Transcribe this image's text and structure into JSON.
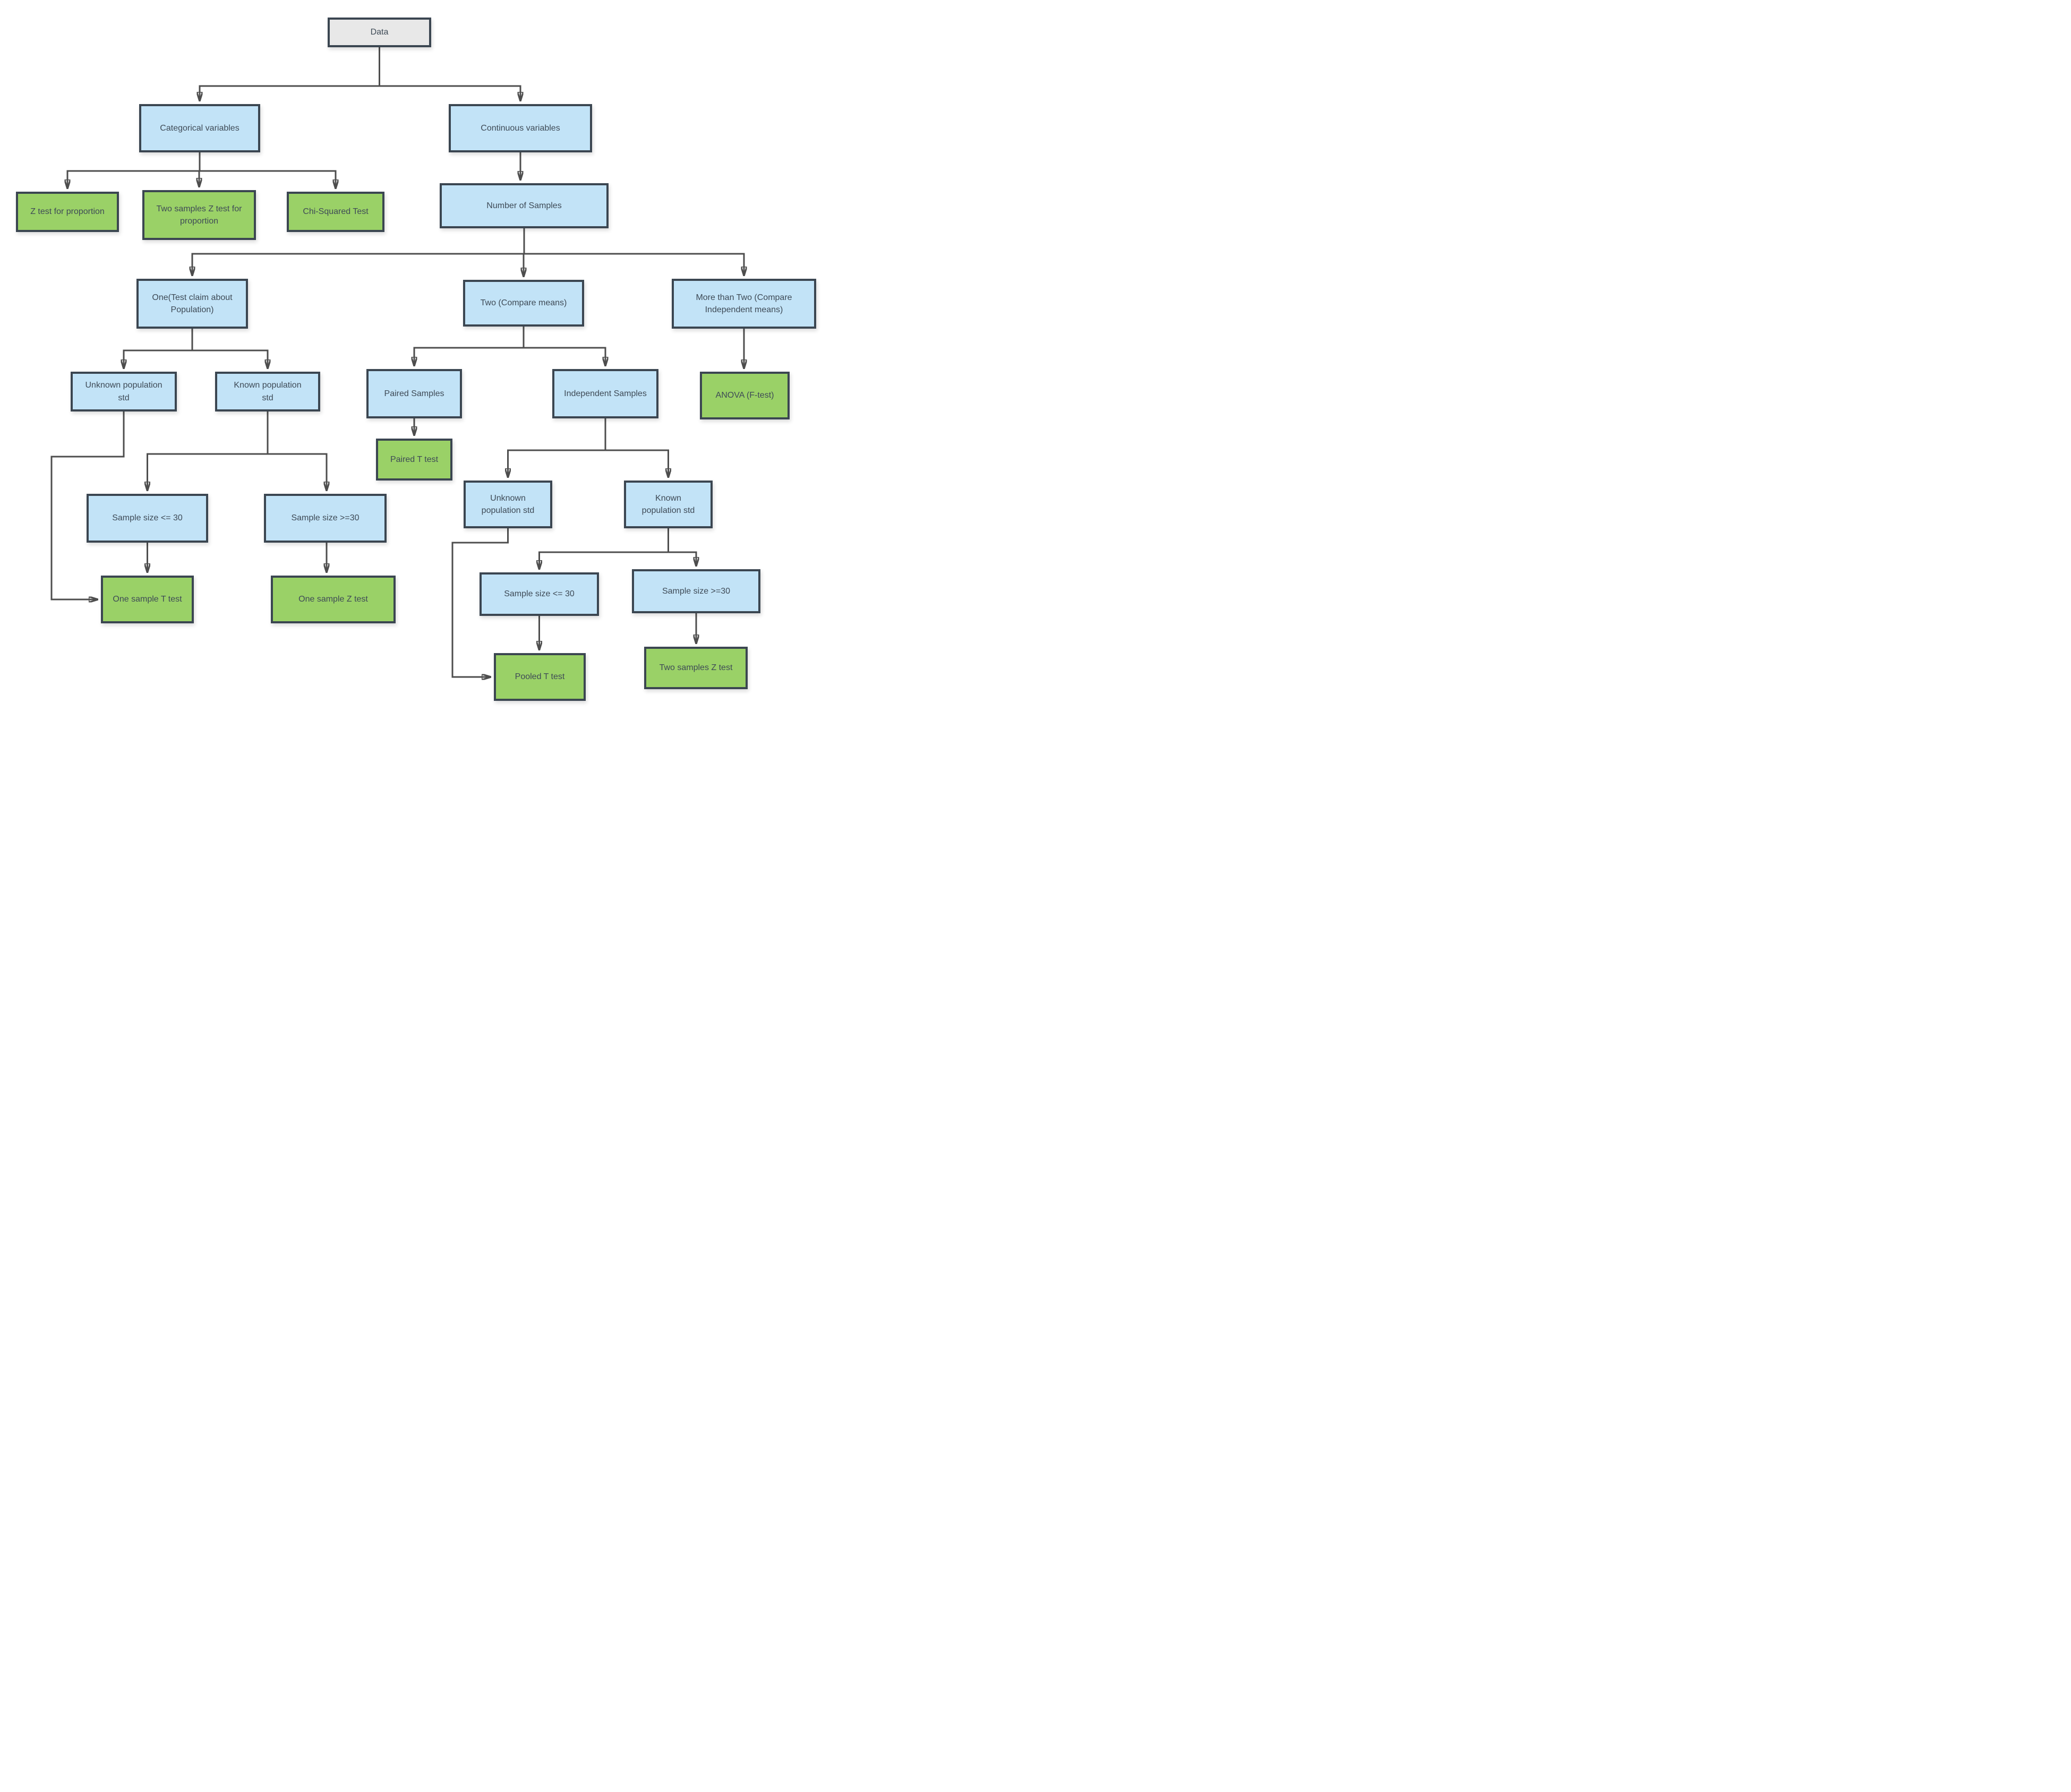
{
  "diagram": {
    "description": "Flowchart for choosing a statistical hypothesis test",
    "background": "#ffffff",
    "colors": {
      "root_fill": "#e8e8e8",
      "decision_fill": "#c2e3f7",
      "test_fill": "#9ad167",
      "border": "#3b4651",
      "line": "#4d4d4d",
      "text": "#3e4a56"
    },
    "nodes": {
      "data": {
        "label": "Data",
        "type": "root"
      },
      "categorical": {
        "label": "Categorical variables",
        "type": "decision"
      },
      "continuous": {
        "label": "Continuous variables",
        "type": "decision"
      },
      "z_prop": {
        "label": "Z test for proportion",
        "type": "test"
      },
      "two_z_prop": {
        "label": "Two samples Z test for\nproportion",
        "type": "test"
      },
      "chi_sq": {
        "label": "Chi-Squared Test",
        "type": "test"
      },
      "num_samples": {
        "label": "Number of Samples",
        "type": "decision"
      },
      "one_claim": {
        "label": "One(Test claim about\nPopulation)",
        "type": "decision"
      },
      "two_compare": {
        "label": "Two (Compare means)",
        "type": "decision"
      },
      "more_two": {
        "label": "More than Two (Compare\nIndependent means)",
        "type": "decision"
      },
      "unknown_left": {
        "label": "Unknown population\nstd",
        "type": "decision"
      },
      "known_left": {
        "label": "Known population\nstd",
        "type": "decision"
      },
      "paired_samples": {
        "label": "Paired Samples",
        "type": "decision"
      },
      "independent_samples": {
        "label": "Independent Samples",
        "type": "decision"
      },
      "anova": {
        "label": "ANOVA (F-test)",
        "type": "test"
      },
      "paired_t": {
        "label": "Paired T test",
        "type": "test"
      },
      "size_le_left": {
        "label": "Sample size <= 30",
        "type": "decision"
      },
      "size_ge_left": {
        "label": "Sample size >=30",
        "type": "decision"
      },
      "one_t": {
        "label": "One sample T test",
        "type": "test"
      },
      "one_z": {
        "label": "One sample Z test",
        "type": "test"
      },
      "unknown_right": {
        "label": "Unknown\npopulation std",
        "type": "decision"
      },
      "known_right": {
        "label": "Known\npopulation std",
        "type": "decision"
      },
      "size_le_right": {
        "label": "Sample size <= 30",
        "type": "decision"
      },
      "size_ge_right": {
        "label": "Sample size >=30",
        "type": "decision"
      },
      "pooled_t": {
        "label": "Pooled T test",
        "type": "test"
      },
      "two_z": {
        "label": "Two samples Z test",
        "type": "test"
      }
    },
    "edges": [
      {
        "from": "data",
        "to": "categorical"
      },
      {
        "from": "data",
        "to": "continuous"
      },
      {
        "from": "categorical",
        "to": "z_prop"
      },
      {
        "from": "categorical",
        "to": "two_z_prop"
      },
      {
        "from": "categorical",
        "to": "chi_sq"
      },
      {
        "from": "continuous",
        "to": "num_samples"
      },
      {
        "from": "num_samples",
        "to": "one_claim"
      },
      {
        "from": "num_samples",
        "to": "two_compare"
      },
      {
        "from": "num_samples",
        "to": "more_two"
      },
      {
        "from": "one_claim",
        "to": "unknown_left"
      },
      {
        "from": "one_claim",
        "to": "known_left"
      },
      {
        "from": "unknown_left",
        "to": "one_t"
      },
      {
        "from": "known_left",
        "to": "size_le_left"
      },
      {
        "from": "known_left",
        "to": "size_ge_left"
      },
      {
        "from": "size_le_left",
        "to": "one_t"
      },
      {
        "from": "size_ge_left",
        "to": "one_z"
      },
      {
        "from": "two_compare",
        "to": "paired_samples"
      },
      {
        "from": "two_compare",
        "to": "independent_samples"
      },
      {
        "from": "paired_samples",
        "to": "paired_t"
      },
      {
        "from": "independent_samples",
        "to": "unknown_right"
      },
      {
        "from": "independent_samples",
        "to": "known_right"
      },
      {
        "from": "unknown_right",
        "to": "pooled_t"
      },
      {
        "from": "known_right",
        "to": "size_le_right"
      },
      {
        "from": "known_right",
        "to": "size_ge_right"
      },
      {
        "from": "size_le_right",
        "to": "pooled_t"
      },
      {
        "from": "size_ge_right",
        "to": "two_z"
      },
      {
        "from": "more_two",
        "to": "anova"
      }
    ]
  }
}
